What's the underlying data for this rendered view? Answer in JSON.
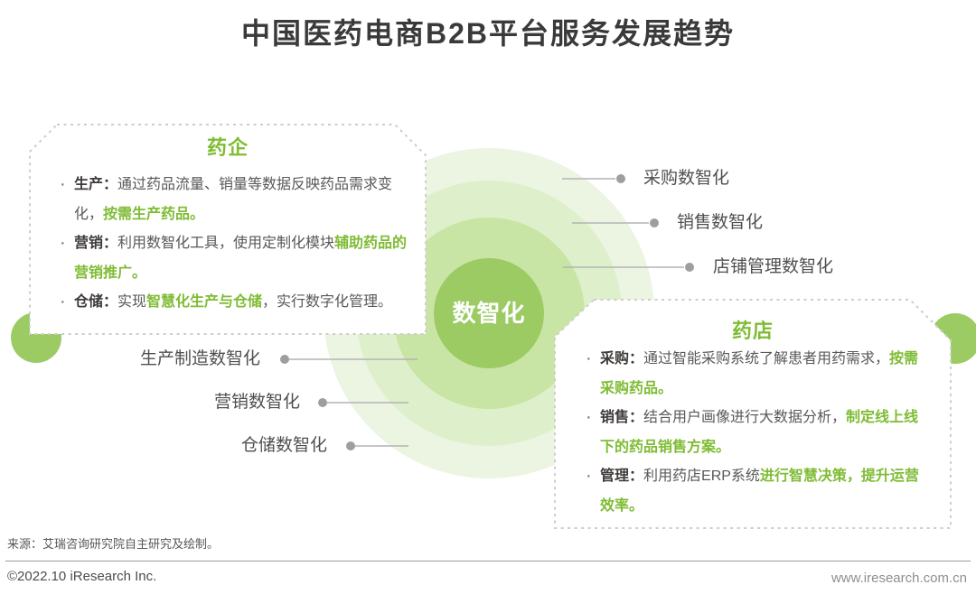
{
  "title": "中国医药电商B2B平台服务发展趋势",
  "center": {
    "label": "数智化"
  },
  "colors": {
    "brand_green_text": "#7fbc34",
    "circle_green": "#9ccb64",
    "ring_inner": "#c9e5a5",
    "ring_middle": "#def0cb",
    "ring_outer": "#ecf5e2",
    "dashed_border": "#cdcdcd",
    "connector_line": "#b3b3b3",
    "connector_dot": "#9e9e9e",
    "title_text": "#3a3a3a",
    "body_text": "#585858"
  },
  "pharma_box": {
    "title": "药企",
    "bullets": [
      {
        "label": "生产：",
        "pre": "通过药品流量、销量等数据反映药品需求变化，",
        "green": "按需生产药品。",
        "post": ""
      },
      {
        "label": "营销：",
        "pre": "利用数智化工具，使用定制化模块",
        "green": "辅助药品的营销推广。",
        "post": ""
      },
      {
        "label": "仓储：",
        "pre": "实现",
        "green": "智慧化生产与仓储",
        "post": "，实行数字化管理。"
      }
    ],
    "satellites": [
      "生产制造数智化",
      "营销数智化",
      "仓储数智化"
    ]
  },
  "pharmacy_box": {
    "title": "药店",
    "bullets": [
      {
        "label": "采购：",
        "pre": "通过智能采购系统了解患者用药需求，",
        "green": "按需采购药品。",
        "post": ""
      },
      {
        "label": "销售：",
        "pre": "结合用户画像进行大数据分析，",
        "green": "制定线上线下的药品销售方案。",
        "post": ""
      },
      {
        "label": "管理：",
        "pre": "利用药店ERP系统",
        "green": "进行智慧决策，提升运营效率。",
        "post": ""
      }
    ],
    "satellites": [
      "采购数智化",
      "销售数智化",
      "店铺管理数智化"
    ]
  },
  "footer": {
    "source": "来源：艾瑞咨询研究院自主研究及绘制。",
    "copyright": "©2022.10 iResearch Inc.",
    "website": "www.iresearch.com.cn"
  }
}
